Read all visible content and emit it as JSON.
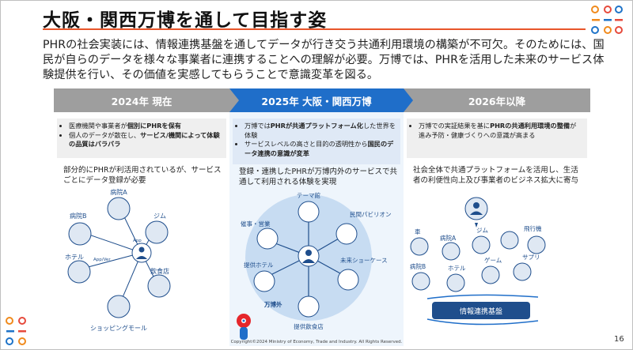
{
  "title": "大阪・関西万博を通して目指す姿",
  "intro": "PHRの社会実装には、情報連携基盤を通してデータが行き交う共通利用環境の構築が不可欠。そのためには、国民が自らのデータを様々な事業者に連携することへの理解が必要。万博では、PHRを活用した未来のサービス体験提供を行い、その価値を実感してもらうことで意識変革を図る。",
  "columns": [
    {
      "header": "2024年 現在",
      "bullet1_pre": "医療機関や事業者が",
      "bullet1_bold": "個別にPHRを保有",
      "bullet2_pre": "個人のデータが散在し、",
      "bullet2_bold": "サービス/機関によって体験の品質はバラバラ",
      "caption": "部分的にPHRが利活用されているが、サービスごとにデータ登録が必要",
      "labels": {
        "hospital_a": "病院A",
        "hospital_b": "病院B",
        "gym": "ジム",
        "hotel": "ホテル",
        "restaurant": "飲食店",
        "shopping": "ショッピングモール",
        "app": "App",
        "app_ver": "App/Ver"
      }
    },
    {
      "header": "2025年 大阪・関西万博",
      "bullet1_pre": "万博では",
      "bullet1_bold": "PHRが共通プラットフォーム化",
      "bullet1_post": "した世界を体験",
      "bullet2_pre": "サービスレベルの高さと目的の透明性から",
      "bullet2_bold": "国民のデータ連携の意識が変革",
      "caption": "登録・連携したPHRが万博内外のサービスで共通して利用される体験を実現",
      "labels": {
        "theme": "テーマ館",
        "food_sales": "催事・営業",
        "private": "民間パビリオン",
        "hotel": "提供ホテル",
        "future": "未来ショーケース",
        "outside": "万博外",
        "restaurant": "提供飲食店"
      }
    },
    {
      "header": "2026年以降",
      "bullet1_pre": "万博での実証結果を基に",
      "bullet1_bold": "PHRの共通利用環境の整備",
      "bullet1_post": "が進み予防・健康づくりへの意識が高まる",
      "caption": "社会全体で共通プラットフォームを活用し、生活者の利便性向上及び事業者のビジネス拡大に寄与",
      "labels": {
        "car": "車",
        "hospital_a": "病院A",
        "gym": "ジム",
        "airplane": "飛行機",
        "hospital_b": "病院B",
        "hotel": "ホテル",
        "game": "ゲーム",
        "supplement": "サプリ",
        "platform": "情報連携基盤"
      }
    }
  ],
  "footer": "Copyright©2024 Ministry of Economy, Trade and Industry. All Rights Reserved.",
  "page_number": "16",
  "colors": {
    "accent": "#e8552a",
    "blue": "#1f6ec9",
    "gray_header": "#9e9e9e"
  }
}
